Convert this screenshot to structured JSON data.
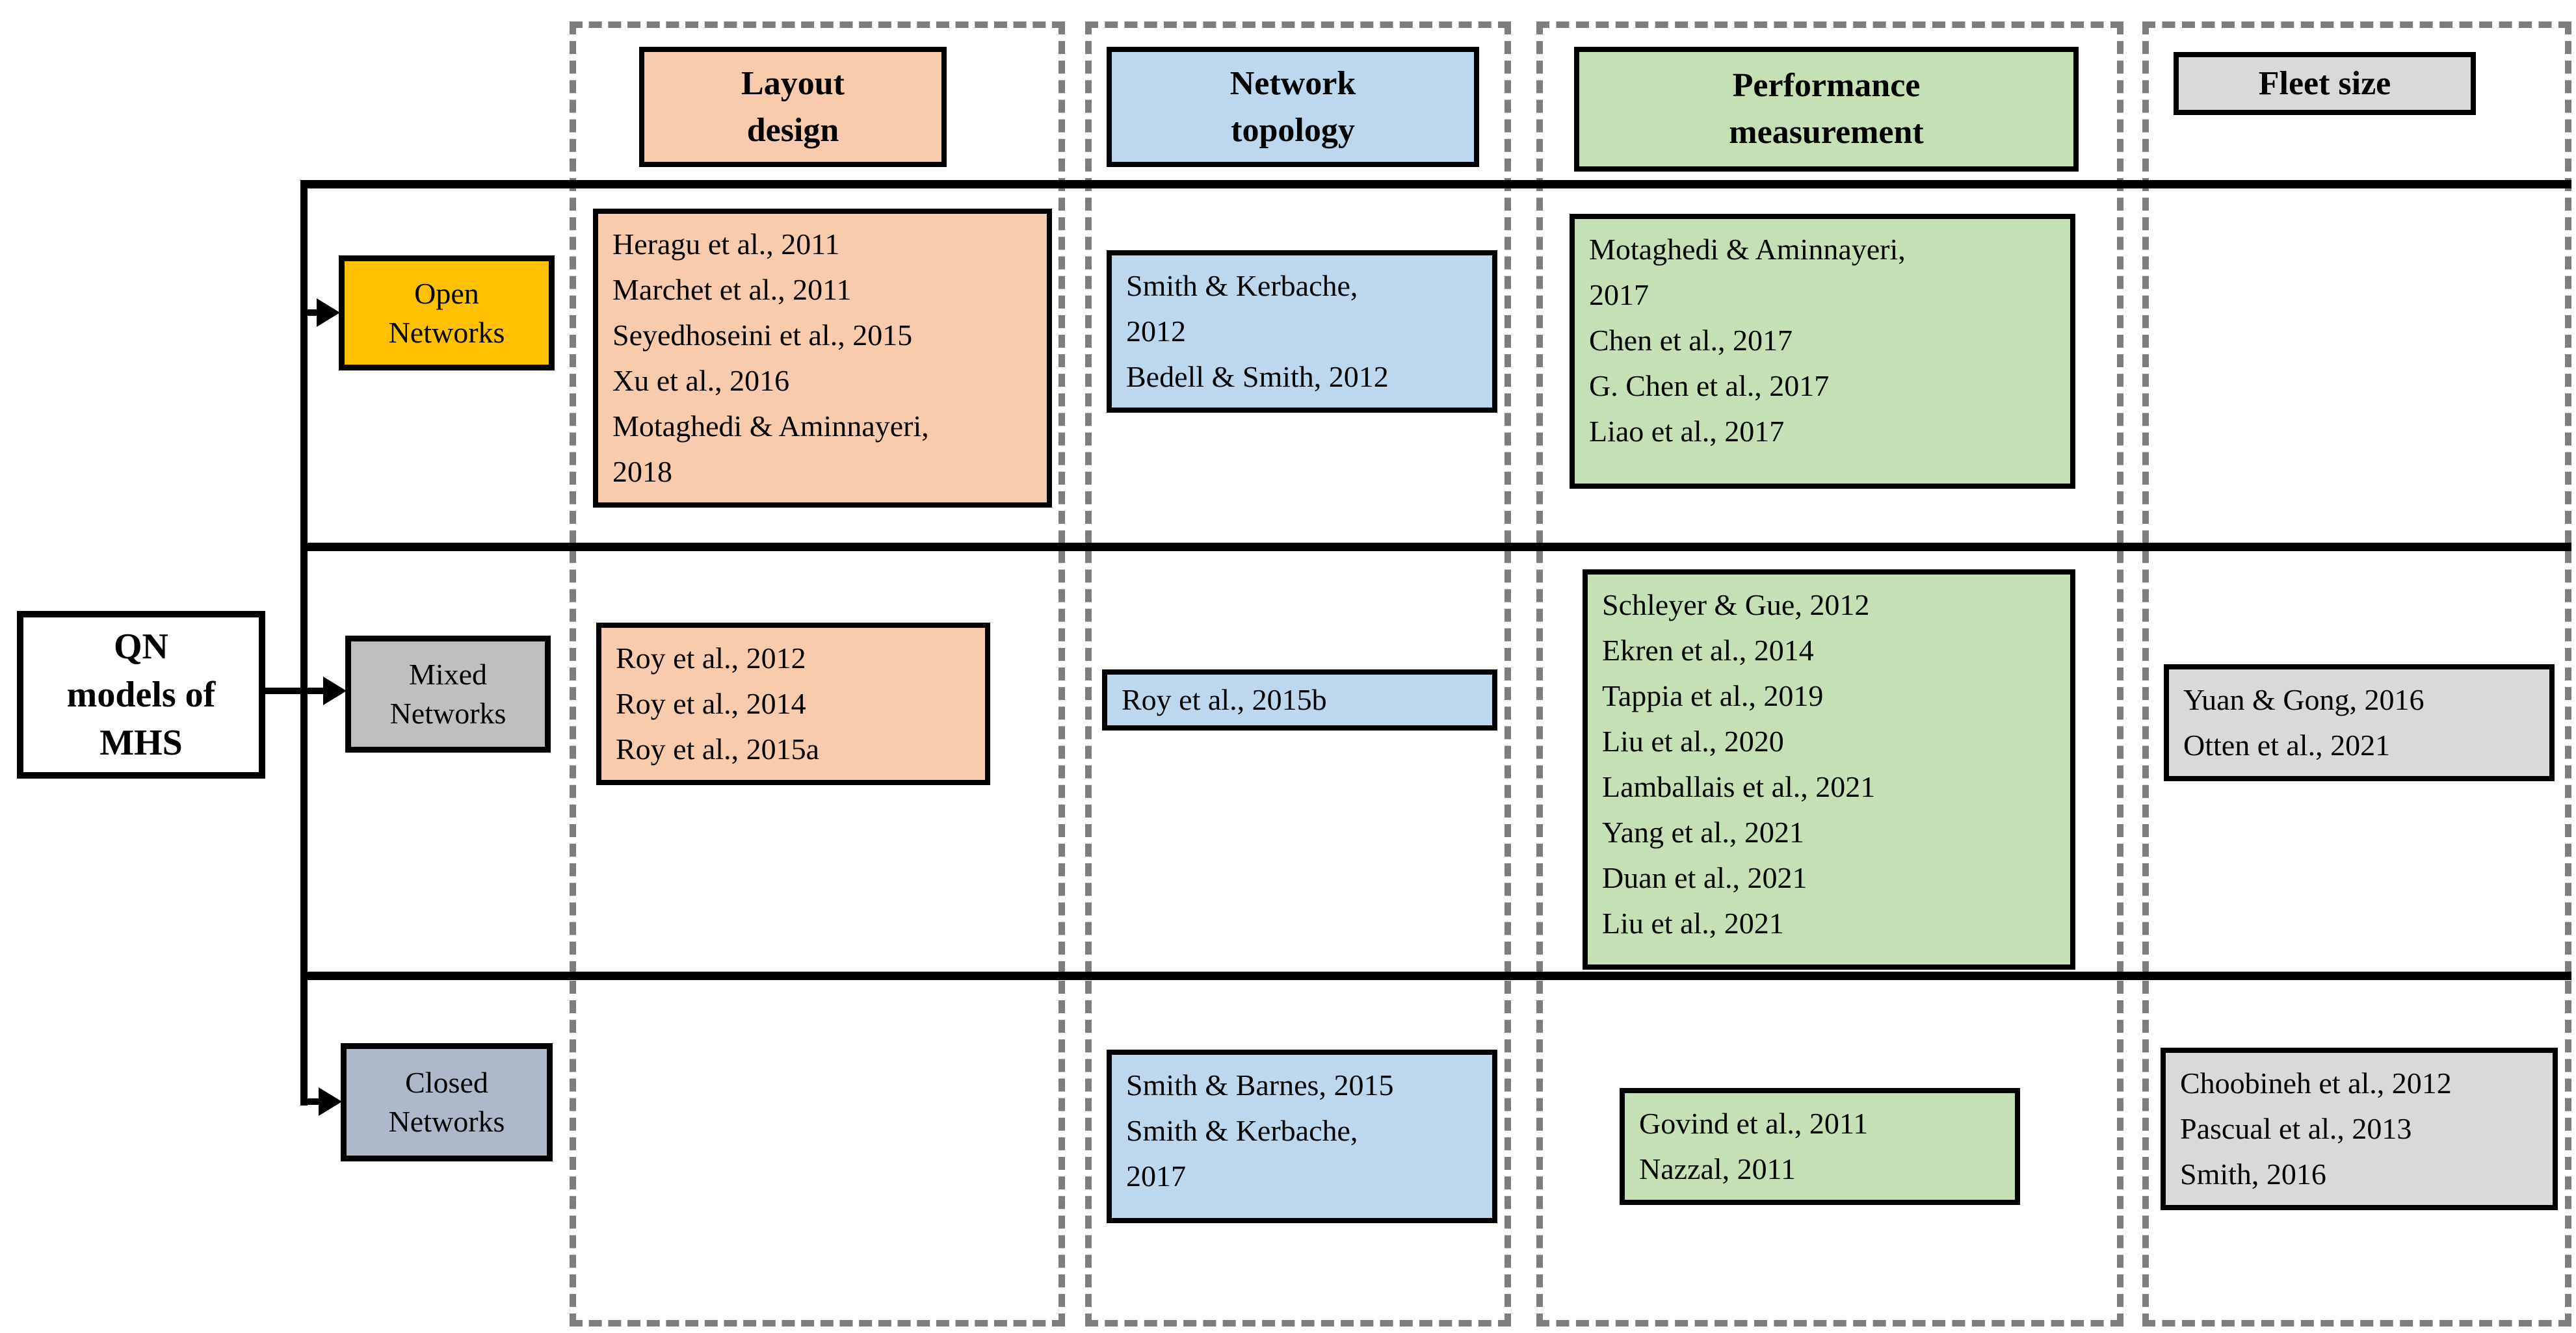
{
  "colors": {
    "layout_design_fill": "#F8CBAD",
    "network_topology_fill": "#BDD7EE",
    "performance_measurement_fill": "#C5E0B4",
    "fleet_size_fill": "#D9D9D9",
    "open_networks_fill": "#FFC000",
    "mixed_networks_fill": "#BFBFBF",
    "closed_networks_fill": "#ADB9CA",
    "dashed_border": "#7D7D7D",
    "line_color": "#000000"
  },
  "root": {
    "label": "QN\nmodels of\nMHS"
  },
  "rows": {
    "open": {
      "label": "Open\nNetworks"
    },
    "mixed": {
      "label": "Mixed\nNetworks"
    },
    "closed": {
      "label": "Closed\nNetworks"
    }
  },
  "columns": {
    "layout": {
      "label": "Layout\ndesign"
    },
    "topology": {
      "label": "Network\ntopology"
    },
    "performance": {
      "label": "Performance\nmeasurement"
    },
    "fleet": {
      "label": "Fleet size"
    }
  },
  "cells": {
    "open_layout": {
      "items": [
        "Heragu et al., 2011",
        "Marchet et al., 2011",
        "Seyedhoseini et al., 2015",
        "Xu et al., 2016",
        "Motaghedi & Aminnayeri,\n2018"
      ]
    },
    "open_topology": {
      "items": [
        "Smith & Kerbache,\n2012",
        "Bedell & Smith, 2012"
      ]
    },
    "open_performance": {
      "items": [
        "Motaghedi & Aminnayeri,\n2017",
        "Chen et al., 2017",
        "G. Chen et al., 2017",
        "Liao et al., 2017"
      ]
    },
    "mixed_layout": {
      "items": [
        "Roy et al., 2012",
        "Roy et al., 2014",
        "Roy et al., 2015a"
      ]
    },
    "mixed_topology": {
      "items": [
        "Roy et al., 2015b"
      ]
    },
    "mixed_performance": {
      "items": [
        "Schleyer & Gue, 2012",
        "Ekren et al., 2014",
        "Tappia et al., 2019",
        "Liu et al., 2020",
        "Lamballais et al., 2021",
        "Yang et al., 2021",
        "Duan et al., 2021",
        "Liu et al., 2021"
      ]
    },
    "mixed_fleet": {
      "items": [
        "Yuan & Gong, 2016",
        "Otten et al., 2021"
      ]
    },
    "closed_topology": {
      "items": [
        "Smith & Barnes, 2015",
        "Smith & Kerbache,\n2017"
      ]
    },
    "closed_performance": {
      "items": [
        "Govind et al., 2011",
        "Nazzal, 2011"
      ]
    },
    "closed_fleet": {
      "items": [
        "Choobineh et al., 2012",
        "Pascual et al., 2013",
        "Smith, 2016"
      ]
    }
  }
}
